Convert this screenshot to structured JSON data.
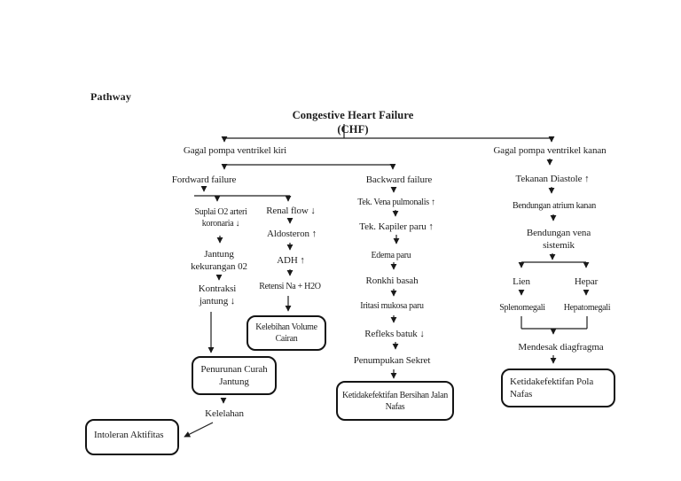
{
  "page": {
    "heading": "Pathway",
    "title": "Congestive Heart Failure (CHF)"
  },
  "colors": {
    "ink": "#1c1c1c",
    "page_background": "#ffffff"
  },
  "nodes": {
    "gagal_kiri": "Gagal pompa ventrikel kiri",
    "gagal_kanan": "Gagal pompa ventrikel kanan",
    "fordward_failure": "Fordward failure",
    "backward_failure": "Backward failure",
    "suplai_o2": "Suplai O2 arteri koronaria ↓",
    "jantung_kekurangan": "Jantung kekurangan 02",
    "kontraksi_jantung": "Kontraksi jantung ↓",
    "renal_flow": "Renal flow ↓",
    "aldosteron": "Aldosteron ↑",
    "adh": "ADH ↑",
    "retensi": "Retensi Na + H2O",
    "kelebihan_volume": "Kelebihan Volume Cairan",
    "penurunan_curah": "Penurunan Curah Jantung",
    "kelelahan": "Kelelahan",
    "intoleran": "Intoleran Aktifitas",
    "tek_vena": "Tek. Vena pulmonalis ↑",
    "tek_kapiler": "Tek. Kapiler paru ↑",
    "edema_paru": "Edema paru",
    "ronkhi": "Ronkhi basah",
    "iritasi": "Iritasi mukosa paru",
    "refleks_batuk": "Refleks batuk ↓",
    "penumpukan": "Penumpukan Sekret",
    "bersihan_jalan": "Ketidakefektifan Bersihan Jalan Nafas",
    "tekanan_diastole": "Tekanan Diastole ↑",
    "bendungan_atrium": "Bendungan atrium kanan",
    "bendungan_vena": "Bendungan vena sistemik",
    "lien": "Lien",
    "hepar": "Hepar",
    "splenomegali": "Splenomegali",
    "hepatomegali": "Hepatomegali",
    "mendesak": "Mendesak diagfragma",
    "pola_nafas": "Ketidakefektifan Pola Nafas"
  }
}
